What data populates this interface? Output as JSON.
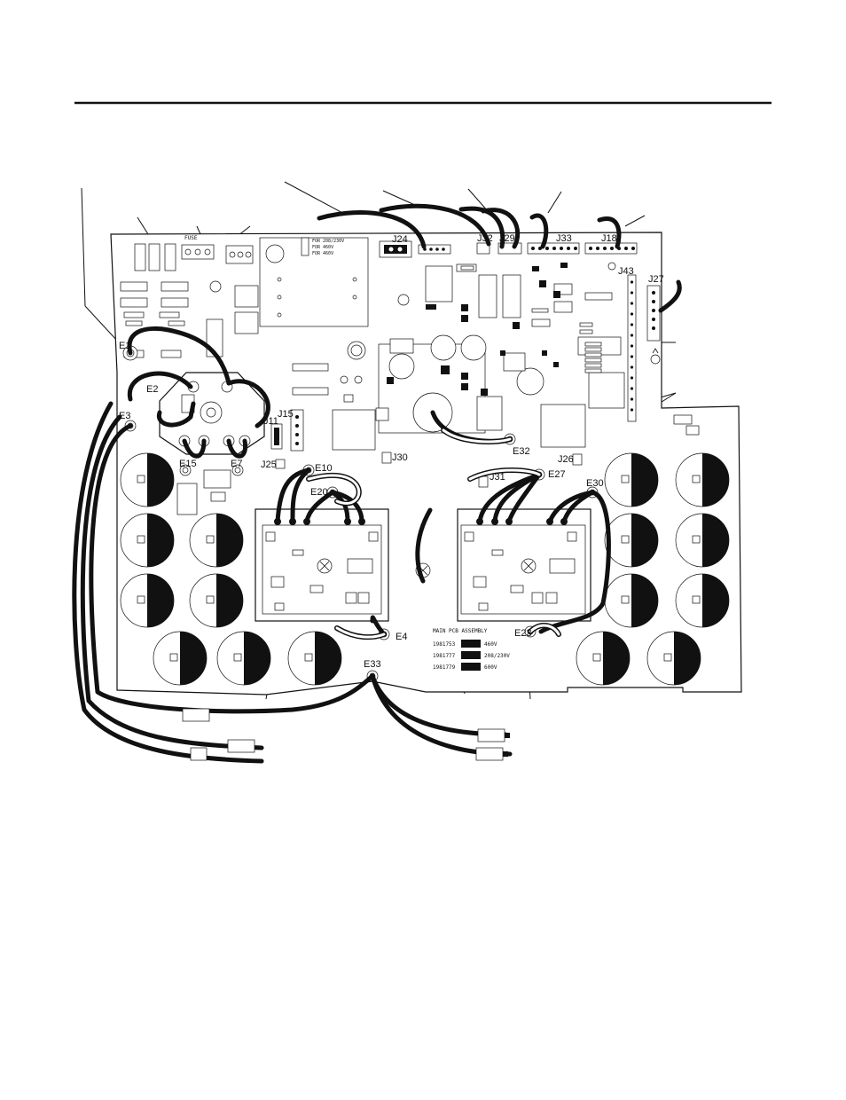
{
  "diagram": {
    "pcb_labels": {
      "top_connectors": [
        "J24",
        "J32",
        "J29",
        "J33",
        "J18",
        "J43",
        "J27"
      ],
      "left_terminals": [
        "E1",
        "E2",
        "E3",
        "E15",
        "E7",
        "J11",
        "J15"
      ],
      "middle_terminals": [
        "J25",
        "E10",
        "J30",
        "E20",
        "E33",
        "E4"
      ],
      "right_terminals": [
        "J31",
        "E27",
        "E30",
        "J26",
        "E32",
        "E23"
      ],
      "fuse": "FUSE"
    },
    "assembly_legend": {
      "title": "MAIN PCB ASSEMBLY",
      "rows": [
        {
          "part": "1981753",
          "voltage": "460V"
        },
        {
          "part": "1981777",
          "voltage": "208/230V"
        },
        {
          "part": "1981779",
          "voltage": "600V"
        }
      ]
    },
    "voltage_selector": [
      "FOR 208/230V",
      "FOR 460V",
      "FOR 460V"
    ]
  },
  "colors": {
    "ink": "#111111",
    "paper": "#ffffff"
  }
}
